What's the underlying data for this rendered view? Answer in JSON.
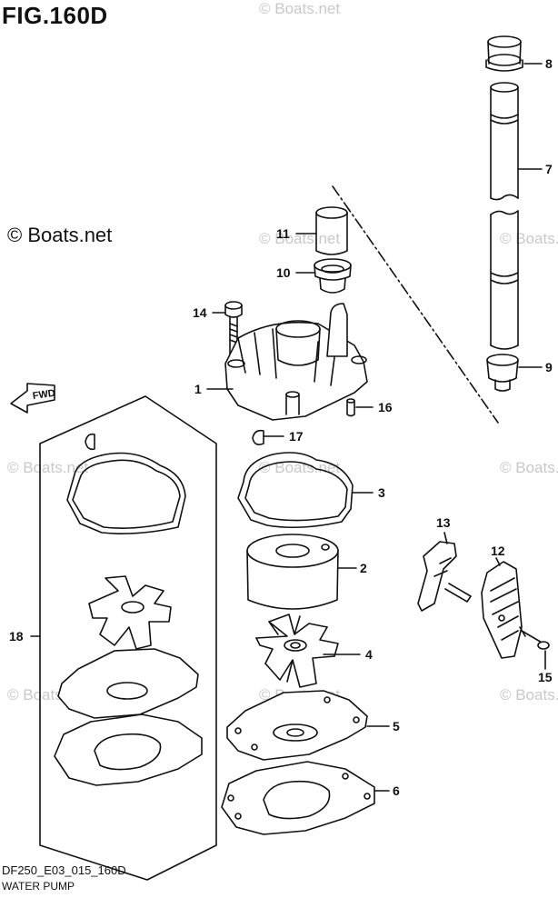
{
  "figure": {
    "title": "FIG.160D"
  },
  "copyright": "© Boats.net",
  "watermark": "© Boats.net",
  "footer": {
    "code": "DF250_E03_015_160D",
    "name": "WATER PUMP"
  },
  "direction_label": "FWD",
  "callouts": [
    "1",
    "2",
    "3",
    "4",
    "5",
    "6",
    "7",
    "8",
    "9",
    "10",
    "11",
    "12",
    "13",
    "14",
    "15",
    "16",
    "17",
    "18"
  ]
}
